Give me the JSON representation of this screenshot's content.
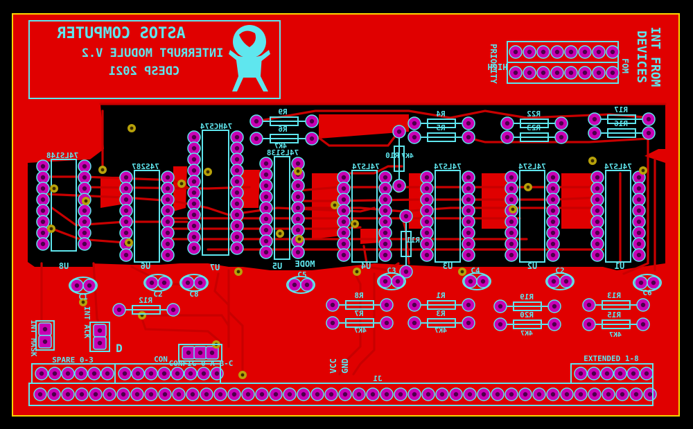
{
  "board": {
    "colors": {
      "copper": "#e00000",
      "keepout": "#000000",
      "silk": "#5fe6ee",
      "pad": "#c800b4",
      "via": "#b8a20a",
      "edge": "#ffd400",
      "trace": "#c80000"
    },
    "logo": {
      "title": "ASTOS COMPUTER",
      "line1": "INTERRUPT MODULE V.2",
      "line2": "CDESP 2021",
      "icon": "atlas-globe-icon"
    },
    "priority_label_1": "HIGH",
    "priority_label_2": "PRIORITY",
    "int_from_label_1": "INT FROM",
    "int_from_label_2": "DEVICES",
    "int_from_label_3": "FOM",
    "chips": [
      {
        "ref": "U8",
        "part": "74LS148"
      },
      {
        "ref": "U6",
        "part": "74S287"
      },
      {
        "ref": "U7",
        "part": "74HC574"
      },
      {
        "ref": "U5",
        "part": "74LS138"
      },
      {
        "ref": "U4",
        "part": "74LS74"
      },
      {
        "ref": "U3",
        "part": "74LS74"
      },
      {
        "ref": "U2",
        "part": "74LS74"
      },
      {
        "ref": "U1",
        "part": "74LS74"
      }
    ],
    "resistors": [
      {
        "ref": "R9"
      },
      {
        "ref": "R6",
        "value": "4K7"
      },
      {
        "ref": "R4"
      },
      {
        "ref": "R5"
      },
      {
        "ref": "R22"
      },
      {
        "ref": "R23"
      },
      {
        "ref": "R17"
      },
      {
        "ref": "R16"
      },
      {
        "ref": "R10",
        "value": "4K7"
      },
      {
        "ref": "R11"
      },
      {
        "ref": "R12"
      },
      {
        "ref": "R8"
      },
      {
        "ref": "R7",
        "value": "4K7"
      },
      {
        "ref": "R1"
      },
      {
        "ref": "R3",
        "value": "4K7"
      },
      {
        "ref": "R19"
      },
      {
        "ref": "R20",
        "value": "4K7"
      },
      {
        "ref": "R13"
      },
      {
        "ref": "R15",
        "value": "4K7"
      }
    ],
    "caps": [
      "C1",
      "C2",
      "C8",
      "C5",
      "C3",
      "C4",
      "C2",
      "C6"
    ],
    "mode_label": "MODE",
    "connectors": {
      "spare": "SPARE 0-3",
      "int_mask": "INT MASK",
      "int_ack": "INT ACK",
      "con_0": "CONFIG 0-A-B-C",
      "con_1": "CON",
      "j1": "J1",
      "vcc": "VCC",
      "gnd": "GND",
      "extended": "EXTENDED 1-8",
      "d": "D"
    }
  }
}
